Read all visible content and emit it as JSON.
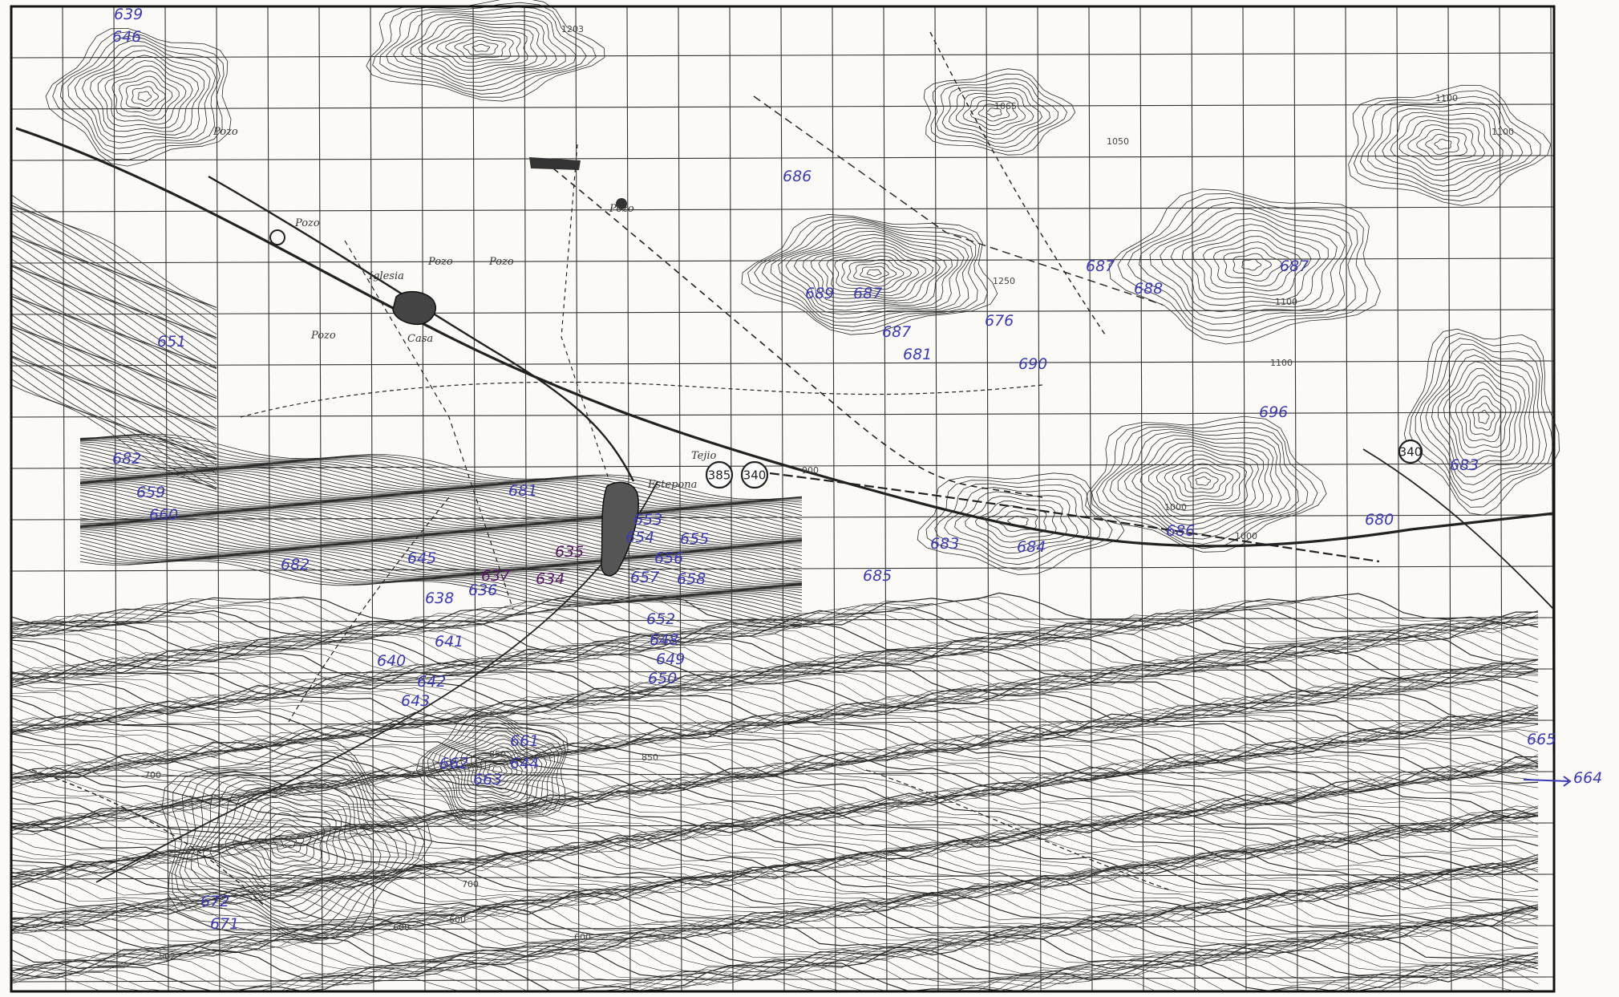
{
  "map": {
    "colors": {
      "paper": "#fbfaf6",
      "ink": "#222222",
      "annotation_blue": "#3a3ab8",
      "annotation_purple": "#5a1a6a"
    },
    "place_labels": [
      "Iglesia",
      "Estepona",
      "Tejio",
      "Pozo",
      "Pozo",
      "Pozo",
      "Pozo",
      "Pozo",
      "Pozo",
      "Casa"
    ],
    "elevation_labels": [
      "1203",
      "1065",
      "1100",
      "1100",
      "1250",
      "1100",
      "900",
      "1000",
      "1000",
      "850",
      "850",
      "700",
      "700",
      "600",
      "600",
      "600",
      "502",
      "1050",
      "1100"
    ],
    "road_badges": [
      "385",
      "340",
      "340"
    ],
    "handwritten_annotations": [
      "686",
      "687",
      "688",
      "687",
      "689",
      "687",
      "687",
      "681",
      "676",
      "690",
      "696",
      "651",
      "682",
      "682",
      "681",
      "683",
      "684",
      "685",
      "686",
      "680",
      "683",
      "641",
      "640",
      "642",
      "643",
      "652",
      "636",
      "638",
      "648",
      "649",
      "650",
      "653",
      "654",
      "655",
      "656",
      "657",
      "658",
      "659",
      "660",
      "661",
      "662",
      "663",
      "664",
      "665",
      "639",
      "646",
      "644",
      "645",
      "672",
      "671"
    ],
    "emphasized_annotations": [
      "635",
      "637",
      "634"
    ]
  }
}
